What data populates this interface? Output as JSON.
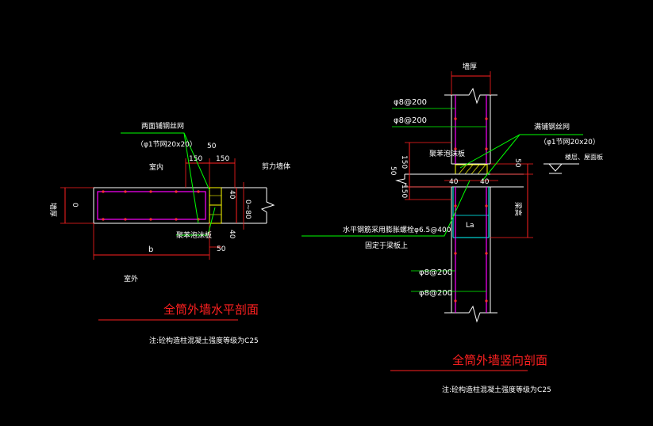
{
  "colors": {
    "background": "#000000",
    "outline": "#ffffff",
    "rebar": "#ff00ff",
    "rebar_dots": "#ff3030",
    "hatch_yellow": "#ffff00",
    "leader_green": "#00ff00",
    "dimension_red": "#ff2020",
    "cyan": "#00ffff",
    "title_red": "#ff2020",
    "note_text": "#ffffff"
  },
  "horizontal_section": {
    "title": "全筒外墙水平剖面",
    "note": "注:砼构造柱混凝土强度等级为C25",
    "labels": {
      "mesh_label": "两面铺钢丝网",
      "mesh_spec": "（φ1节网20x20）",
      "dim_50_top": "50",
      "dim_150_left": "150",
      "dim_150_right": "150",
      "indoor": "室内",
      "load_wall": "剪力墙体",
      "dim_40_top": "40",
      "dim_b": "b",
      "dim_50_bottom": "50",
      "dim_40_bottom": "40",
      "dim_0_80": "0~80",
      "wall_thick_left": "墙厚",
      "dim_0_left": "0",
      "foam_strip": "聚苯泡沫板",
      "outdoor": "室外"
    }
  },
  "vertical_section": {
    "title": "全筒外墙竖向剖面",
    "note": "注:砼构造柱混凝土强度等级为C25",
    "labels": {
      "wall_thickness": "墙厚",
      "rebar_top_1": "φ8@200",
      "rebar_top_2": "φ8@200",
      "mesh_label": "满铺钢丝网",
      "mesh_spec": "（φ1节网20x20）",
      "foam_strip": "聚苯泡沫板",
      "dim_50": "50",
      "dim_150_a": "150",
      "dim_150_b": "150",
      "dim_40_left": "40",
      "dim_40_right": "40",
      "dim_50_right": "50",
      "floor_label": "楼层、屋面板",
      "beam_height": "梁高",
      "anchor_note": "水平钢筋采用膨胀螺栓φ6.5@400",
      "anchor_note_2": "固定于梁板上",
      "lap_length": "La",
      "rebar_bot_1": "φ8@200",
      "rebar_bot_2": "φ8@200"
    }
  }
}
